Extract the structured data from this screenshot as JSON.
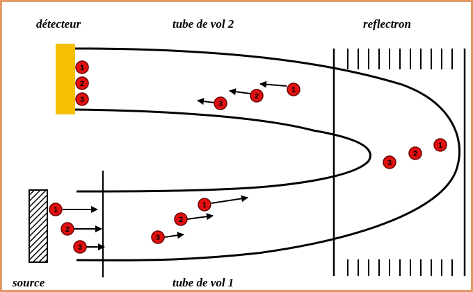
{
  "labels": {
    "detector": "détecteur",
    "flight_tube_2": "tube de vol 2",
    "reflectron": "reflectron",
    "source": "source",
    "flight_tube_1": "tube de vol 1"
  },
  "ion_numbers": [
    "1",
    "2",
    "3"
  ],
  "colors": {
    "border": "#e39a68",
    "detector": "#f5c000",
    "ion_fill": "#e01010",
    "ion_stroke": "#6a0000",
    "line": "#000000"
  }
}
